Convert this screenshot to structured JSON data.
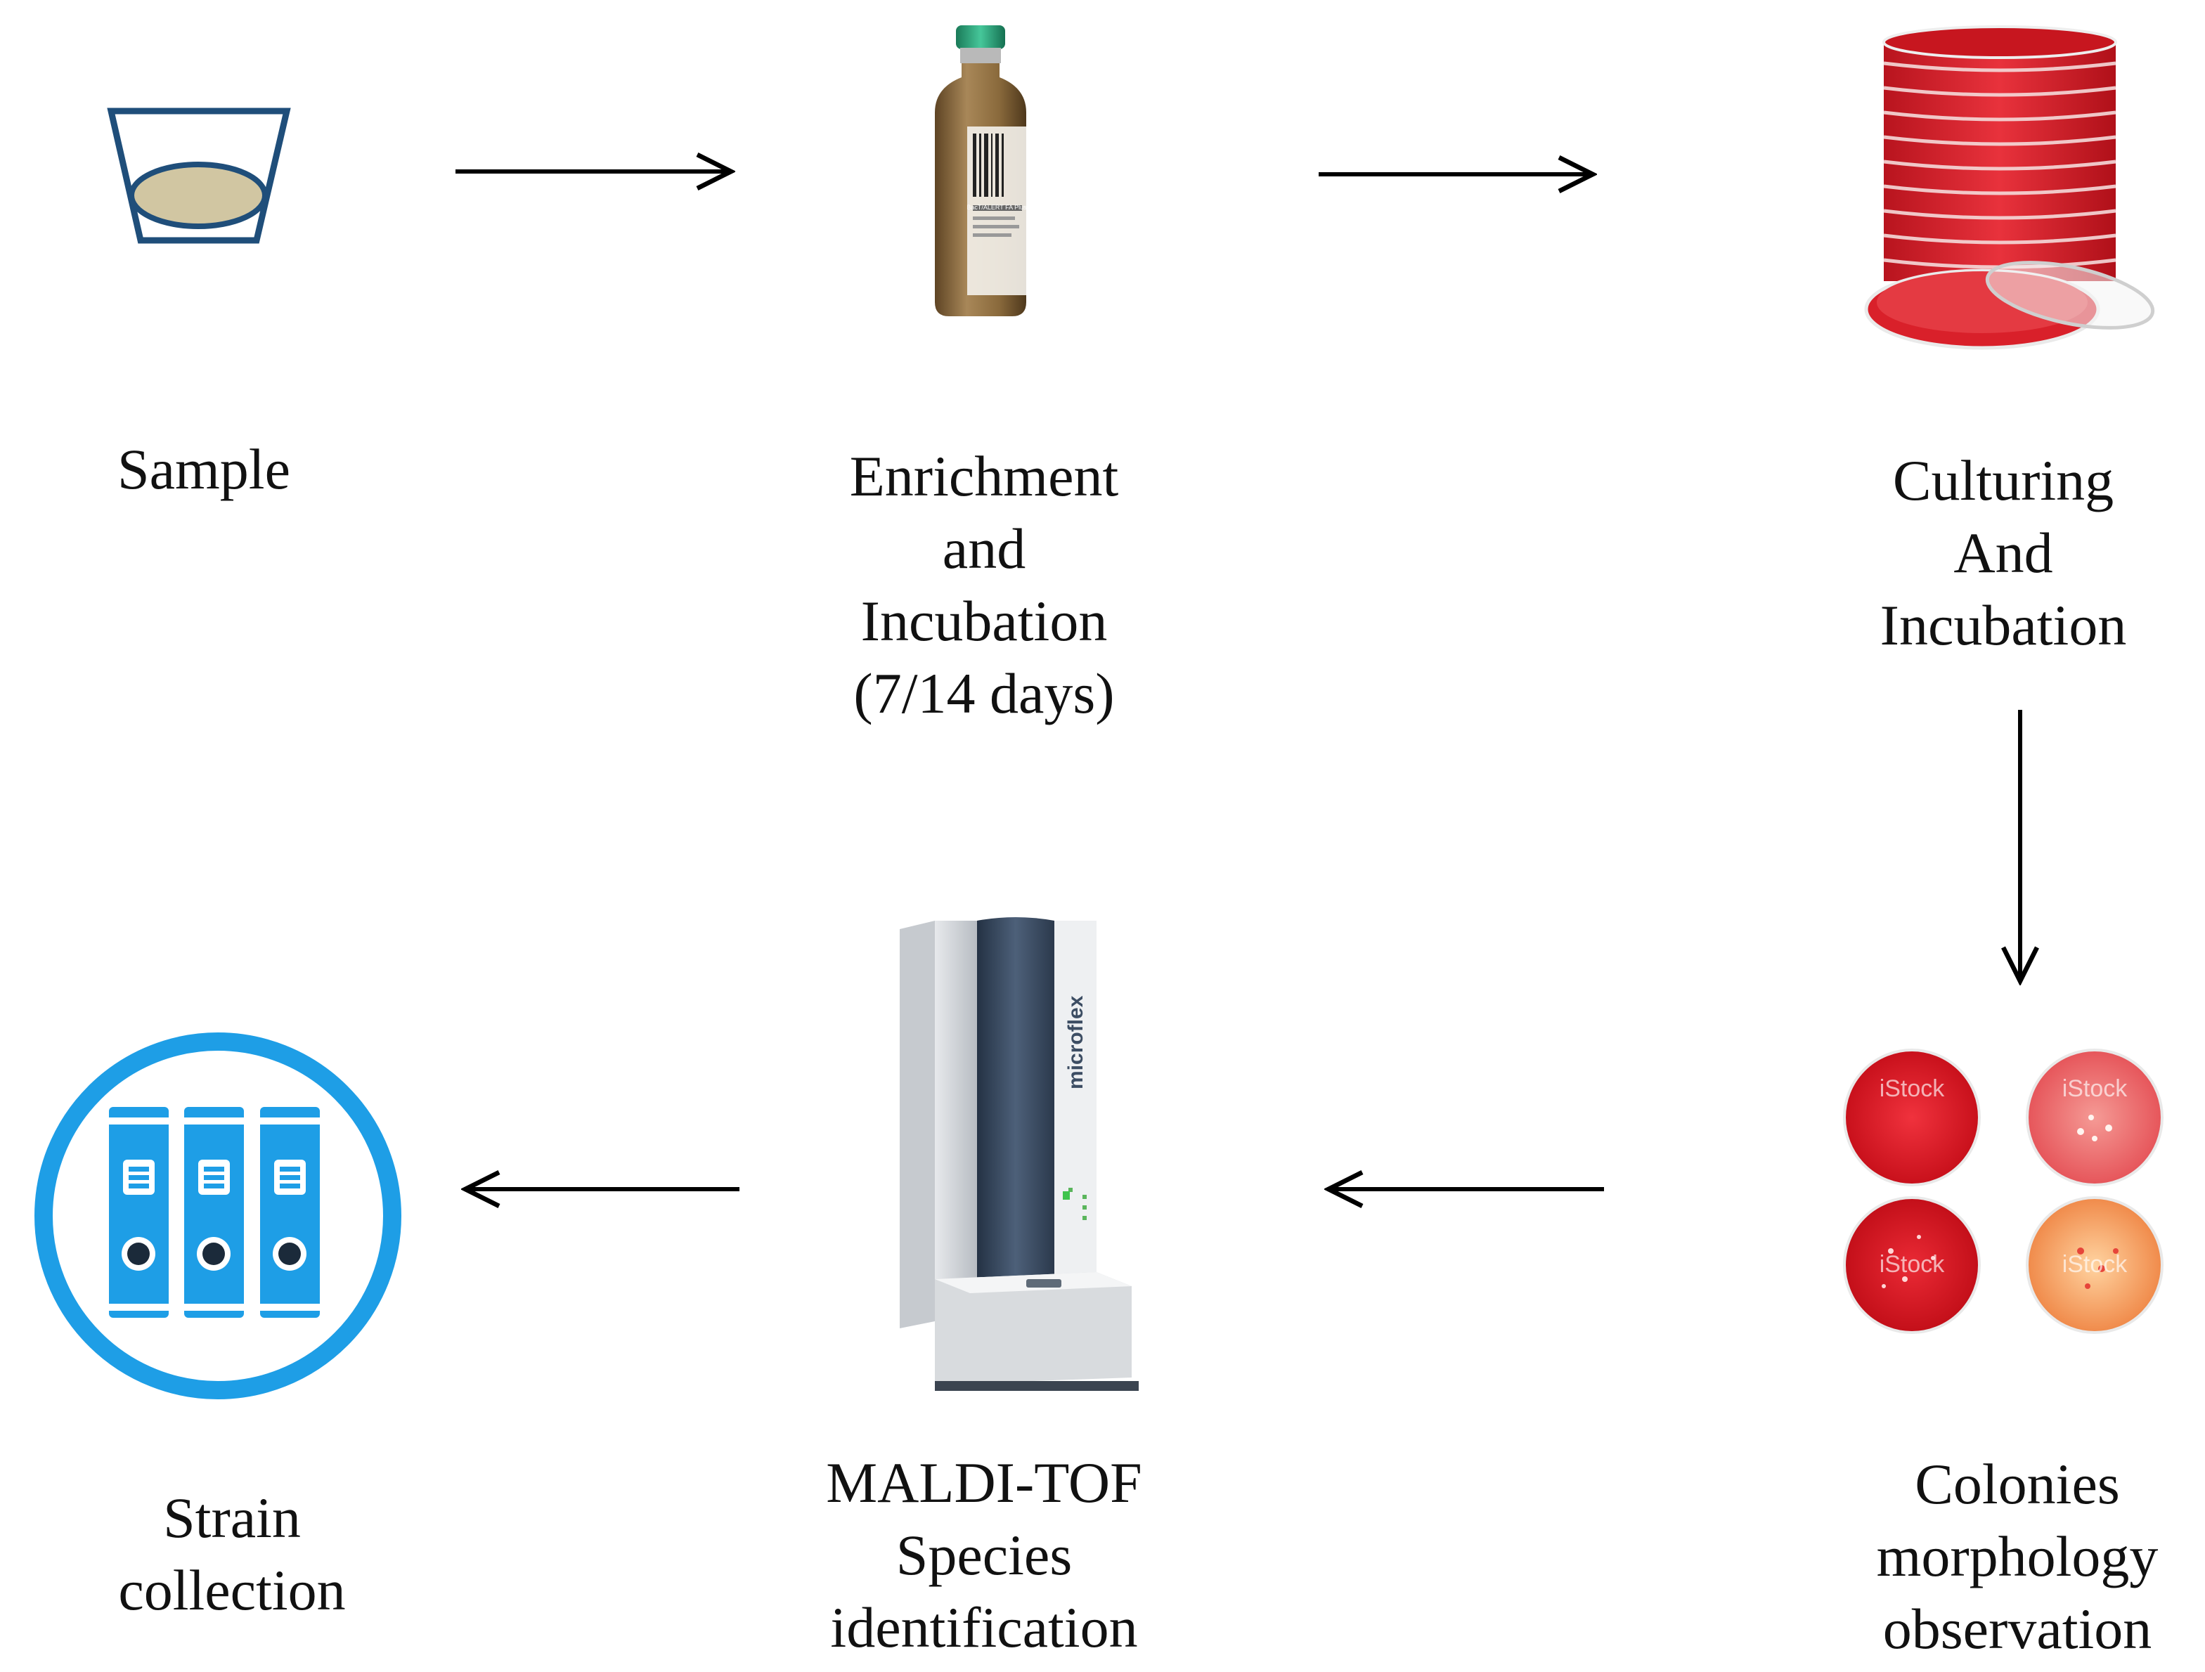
{
  "steps": {
    "sample": {
      "lines": [
        "Sample"
      ]
    },
    "enrichment": {
      "lines": [
        "Enrichment",
        "and",
        "Incubation",
        "(7/14 days)"
      ]
    },
    "culturing": {
      "lines": [
        "Culturing",
        "And",
        "Incubation"
      ]
    },
    "colonies": {
      "lines": [
        "Colonies",
        "morphology",
        "observation"
      ]
    },
    "maldi": {
      "lines": [
        "MALDI-TOF",
        "Species",
        "identification"
      ]
    },
    "strain": {
      "lines": [
        "Strain",
        "collection"
      ]
    }
  },
  "illustrations": {
    "bottle_label": "BacT/ALERT FA Plus",
    "instrument_brand": "microflex",
    "plate_watermark": "iStock"
  },
  "colors": {
    "cup_stroke": "#1f4e7a",
    "cup_fill": "#d1c6a2",
    "strain_blue": "#1e9ee6",
    "plate_red": "#d9202a",
    "bottle_amber": "#8a6a3c",
    "bottle_cap": "#2aa37a",
    "instrument_dark": "#3c4d63"
  }
}
